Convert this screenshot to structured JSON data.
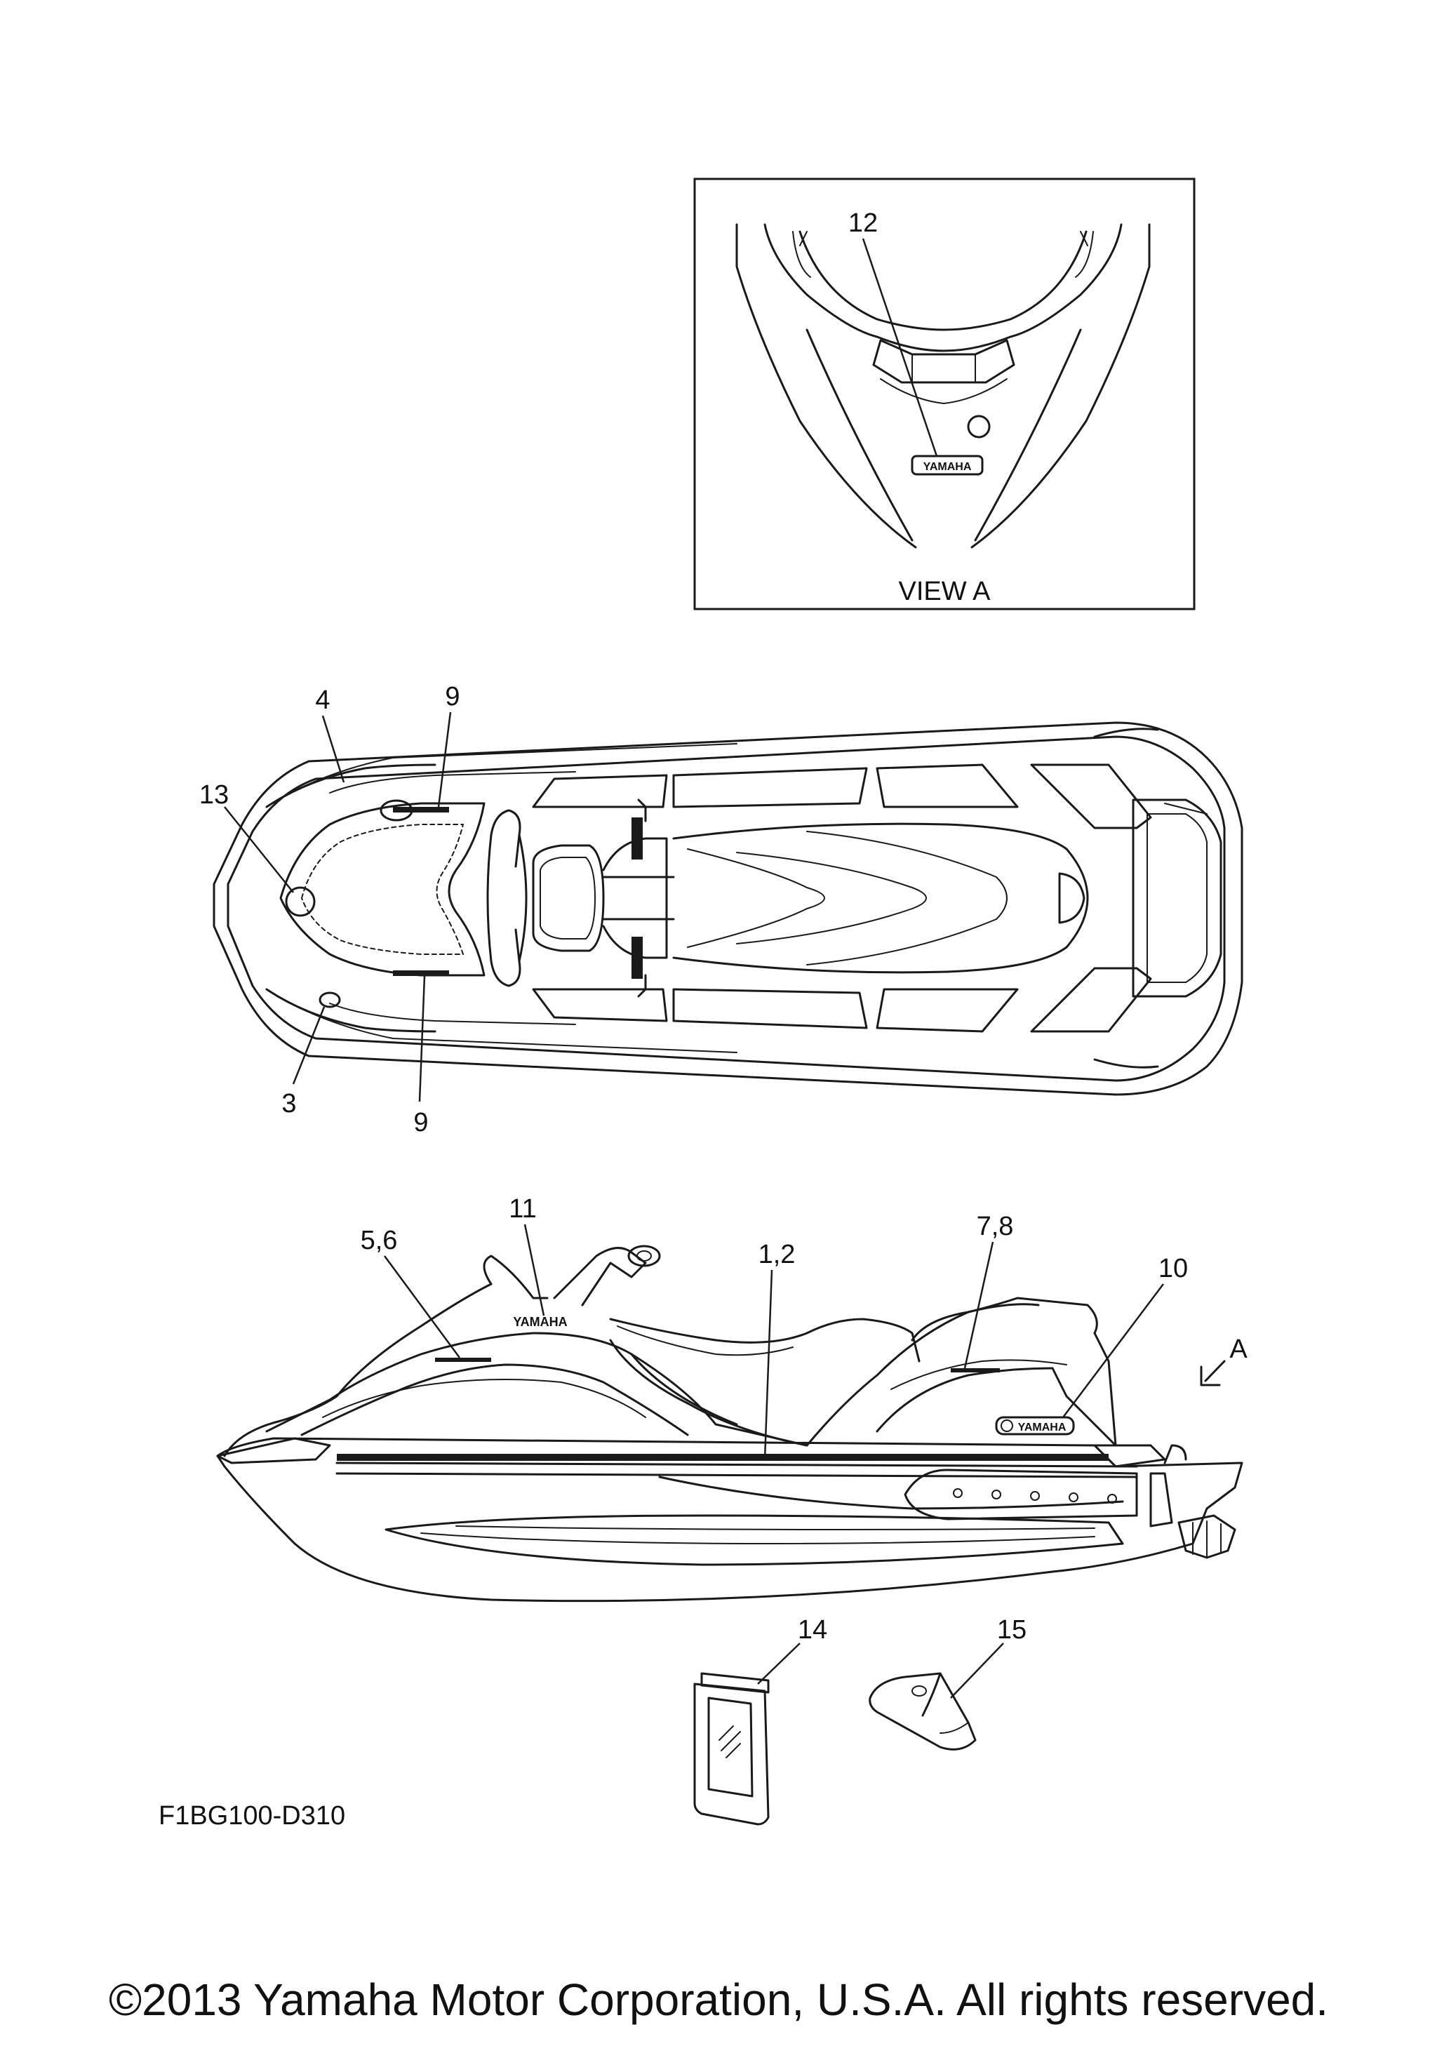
{
  "view_a": {
    "label": "VIEW A",
    "callout_12": "12",
    "emblem_text": "YAMAHA"
  },
  "top_view": {
    "callout_4": "4",
    "callout_9_top": "9",
    "callout_13": "13",
    "callout_3": "3",
    "callout_9_bottom": "9"
  },
  "side_view": {
    "callout_11": "11",
    "callout_5_6": "5,6",
    "callout_1_2": "1,2",
    "callout_7_8": "7,8",
    "callout_10": "10",
    "view_arrow": "A",
    "emblem_front": "YAMAHA",
    "emblem_rear": "YAMAHA"
  },
  "parts": {
    "callout_14": "14",
    "callout_15": "15"
  },
  "figure_code": "F1BG100-D310",
  "copyright": "©2013 Yamaha Motor Corporation, U.S.A. All rights reserved."
}
